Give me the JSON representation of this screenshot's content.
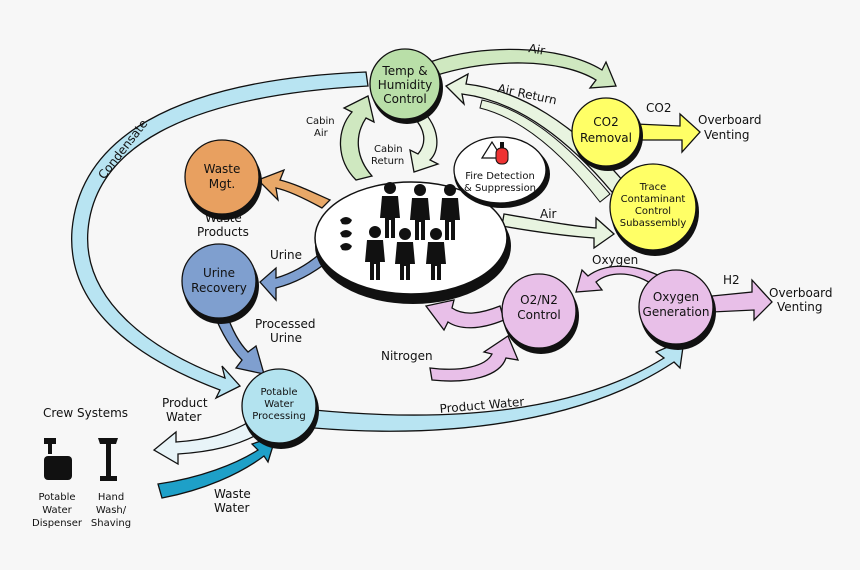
{
  "nodes": {
    "temp_humidity": {
      "line1": "Temp &",
      "line2": "Humidity",
      "line3": "Control",
      "color": "#b9dfa8"
    },
    "co2_removal": {
      "line1": "CO2",
      "line2": "Removal",
      "color": "#ffff66"
    },
    "trace_contaminant": {
      "line1": "Trace",
      "line2": "Contaminant",
      "line3": "Control",
      "line4": "Subassembly",
      "color": "#ffff66"
    },
    "waste_mgt": {
      "line1": "Waste",
      "line2": "Mgt.",
      "color": "#e8a060"
    },
    "urine_recovery": {
      "line1": "Urine",
      "line2": "Recovery",
      "color": "#7f9fcf"
    },
    "o2n2_control": {
      "line1": "O2/N2",
      "line2": "Control",
      "color": "#e8bfe8"
    },
    "oxygen_generation": {
      "line1": "Oxygen",
      "line2": "Generation",
      "color": "#e8bfe8"
    },
    "potable_water": {
      "line1": "Potable",
      "line2": "Water",
      "line3": "Processing",
      "color": "#b3e3ef"
    },
    "fire_detection": {
      "line1": "Fire Detection",
      "line2": "& Suppression"
    }
  },
  "labels": {
    "air_top": "Air",
    "air_return": "Air Return",
    "co2": "CO2",
    "overboard_venting_1_l1": "Overboard",
    "overboard_venting_1_l2": "Venting",
    "cabin_air_l1": "Cabin",
    "cabin_air_l2": "Air",
    "cabin_return_l1": "Cabin",
    "cabin_return_l2": "Return",
    "condensate": "Condensate",
    "waste_products_l1": "Waste",
    "waste_products_l2": "Products",
    "urine": "Urine",
    "air_mid": "Air",
    "oxygen": "Oxygen",
    "h2": "H2",
    "overboard_venting_2_l1": "Overboard",
    "overboard_venting_2_l2": "Venting",
    "processed_urine_l1": "Processed",
    "processed_urine_l2": "Urine",
    "nitrogen": "Nitrogen",
    "crew_systems": "Crew Systems",
    "product_water_left_l1": "Product",
    "product_water_left_l2": "Water",
    "product_water_bottom": "Product Water",
    "waste_water_l1": "Waste",
    "waste_water_l2": "Water",
    "potable_dispenser_l1": "Potable",
    "potable_dispenser_l2": "Water",
    "potable_dispenser_l3": "Dispenser",
    "hand_wash_l1": "Hand",
    "hand_wash_l2": "Wash/",
    "hand_wash_l3": "Shaving"
  },
  "colors": {
    "air_arrow": "#cfe8c0",
    "condensate_arrow": "#b8e4f2",
    "waste_arrow": "#e8a868",
    "urine_arrow": "#7f9fcf",
    "yellow_arrow": "#ffff66",
    "pink_arrow": "#e8bfe8",
    "waste_water_arrow": "#1ea0c8",
    "product_water_arrow": "#b8e4f2"
  }
}
